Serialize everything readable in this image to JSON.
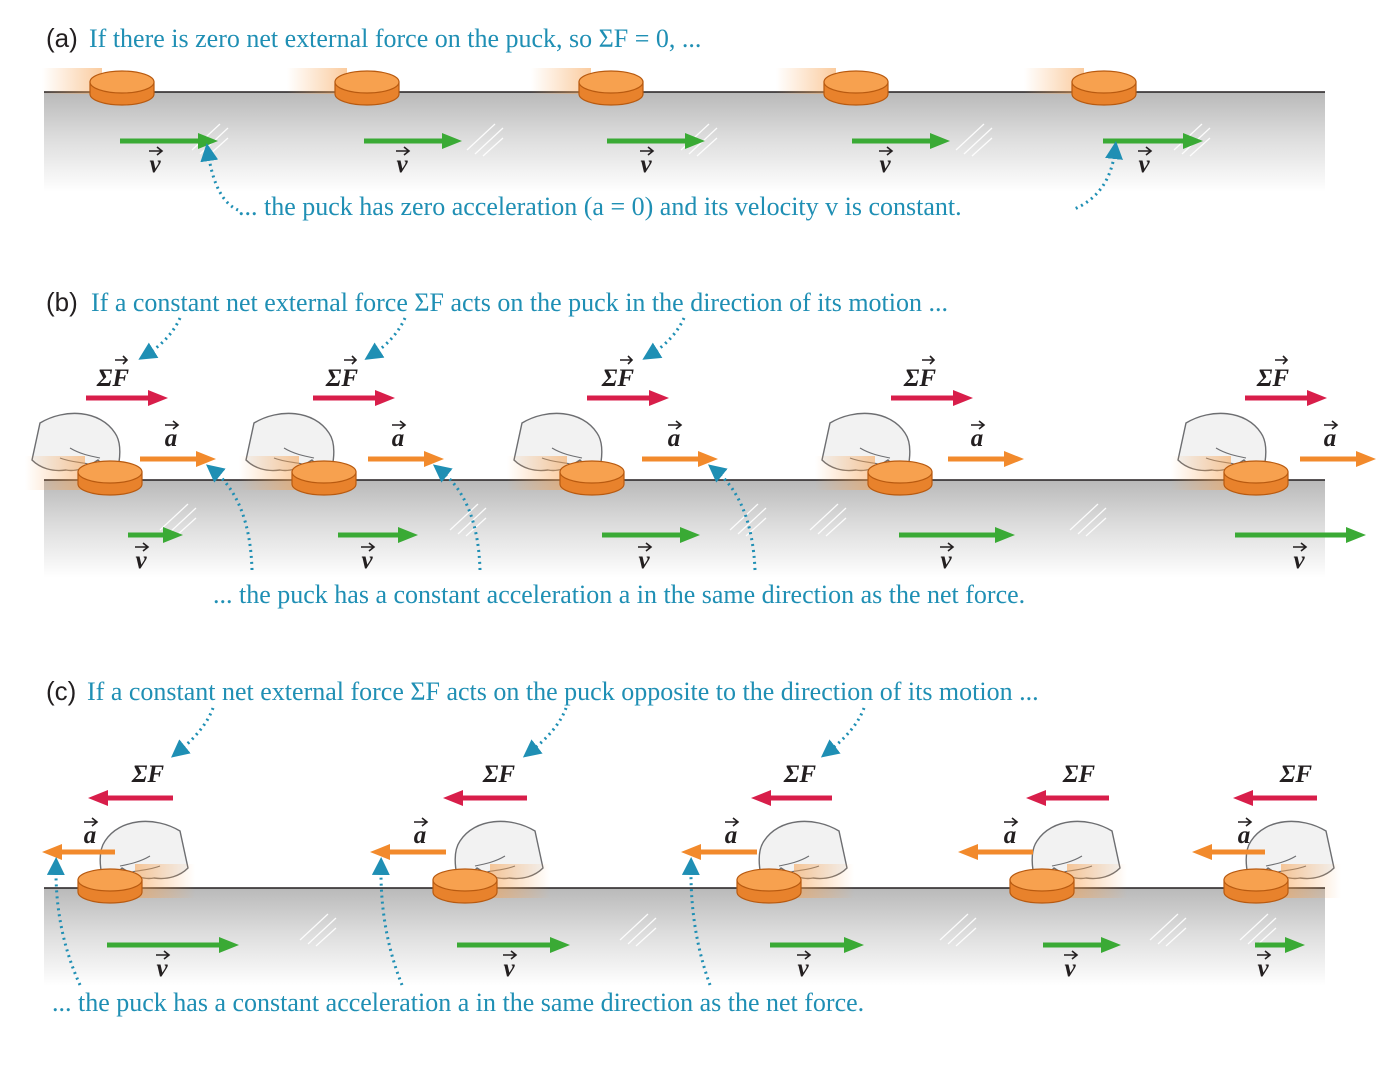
{
  "panel_a": {
    "label": "(a)",
    "caption_top": "If there is zero net external force on the puck, so ΣF = 0, ...",
    "caption_bottom": "... the puck has zero acceleration (a = 0) and its velocity v is constant.",
    "velocity_symbol": "v"
  },
  "panel_b": {
    "label": "(b)",
    "caption_top": "If a constant net external force ΣF acts on the puck in the direction of its motion ...",
    "caption_bottom": "... the puck has a constant acceleration a in the same direction as the net force.",
    "force_symbol": "ΣF",
    "accel_symbol": "a",
    "velocity_symbol": "v"
  },
  "panel_c": {
    "label": "(c)",
    "caption_top": "If a constant net external force ΣF acts on the puck opposite to the direction of its motion ...",
    "caption_bottom": "... the puck has a constant acceleration a in the same direction as the net force.",
    "force_symbol": "ΣF",
    "accel_symbol": "a",
    "velocity_symbol": "v"
  },
  "colors": {
    "caption": "#1f8fb4",
    "force_arrow": "#d81e4a",
    "accel_arrow": "#f28a2c",
    "velocity_arrow": "#3aaa35",
    "puck": "#f7a14f",
    "surface": "#dcdcdc",
    "pointer": "#1f8fb4"
  }
}
